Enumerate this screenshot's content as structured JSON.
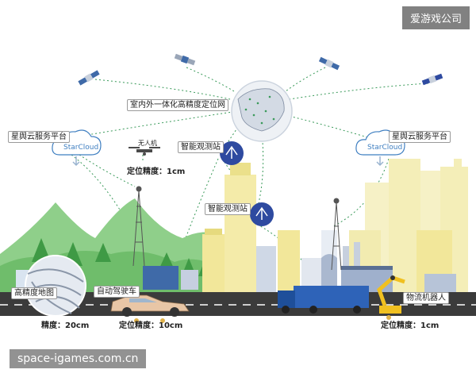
{
  "watermark": {
    "brand": "爱游戏公司",
    "url": "space-igames.com.cn"
  },
  "network": {
    "label": "室内外一体化高精度定位网"
  },
  "cloud_left": {
    "label": "星舆云服务平台",
    "logo_text": "StarCloud"
  },
  "cloud_right": {
    "label": "星舆云服务平台",
    "logo_text": "StarCloud"
  },
  "drone": {
    "label": "无人机",
    "accuracy": "定位精度：1cm"
  },
  "station_top": {
    "label": "智能观测站"
  },
  "station_mid": {
    "label": "智能观测站"
  },
  "hd_map": {
    "label": "高精度地图",
    "accuracy": "精度：20cm"
  },
  "car": {
    "label": "自动驾驶车",
    "accuracy": "定位精度：10cm"
  },
  "robot": {
    "label": "物流机器人",
    "accuracy": "定位精度：1cm"
  },
  "colors": {
    "road": "#3b3b3b",
    "cloud_blue": "#3f7fc1",
    "station_blue": "#2e4aa0",
    "hill_green": "#6fbd6b",
    "building_yellow": "#f2e79a",
    "dash_green": "#3a9a5a"
  },
  "icons": [
    "satellite-icon",
    "cloud-icon",
    "drone-icon",
    "radio-tower-icon",
    "observation-station-icon",
    "car-icon",
    "truck-icon",
    "robot-arm-icon",
    "map-pin-icon"
  ]
}
